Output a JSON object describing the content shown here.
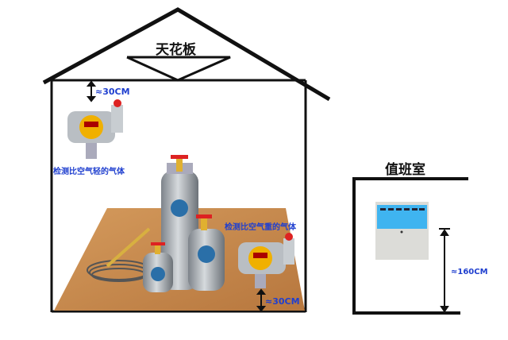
{
  "ceiling_label": "天花板",
  "top_distance": "≈30CM",
  "light_gas_label": "检测比空气轻的气体",
  "heavy_gas_label": "检测比空气重的气体",
  "bottom_distance": "≈30CM",
  "duty_room_label": "值班室",
  "controller_height": "≈160CM",
  "colors": {
    "label_blue": "#1f3fcf",
    "floor": "#c48a4e",
    "panel_blue": "#3fb4f0"
  }
}
